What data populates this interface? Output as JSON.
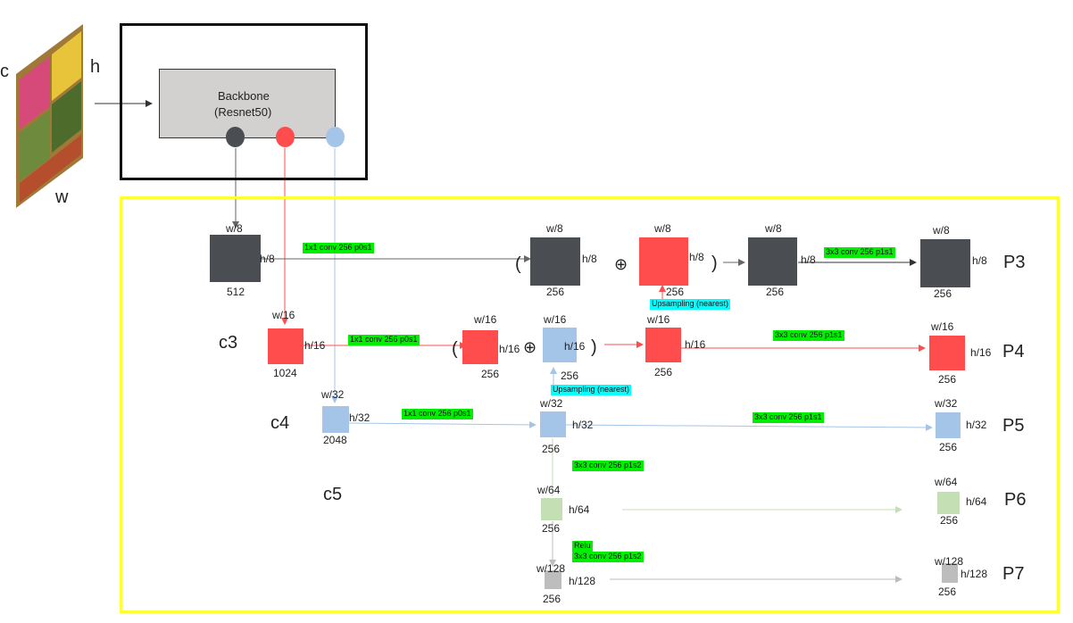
{
  "input": {
    "c": "c",
    "h": "h",
    "w": "w"
  },
  "backbone": {
    "line1": "Backbone",
    "line2": "(Resnet50)"
  },
  "stages": {
    "c3": "c3",
    "c4": "c4",
    "c5": "c5"
  },
  "lateral": {
    "c3": {
      "w": "w/8",
      "h": "h/8",
      "ch": "512",
      "op": "1x1 conv 256 p0s1"
    },
    "c4": {
      "w": "w/16",
      "h": "h/16",
      "ch": "1024",
      "op": "1x1 conv 256 p0s1"
    },
    "c5": {
      "w": "w/32",
      "h": "h/32",
      "ch": "2048",
      "op": "1x1 conv 256 p0s1"
    }
  },
  "merge": {
    "p3a": {
      "w": "w/8",
      "h": "h/8",
      "ch": "256"
    },
    "p3b": {
      "w": "w/8",
      "h": "h/8",
      "ch": "256"
    },
    "p3sum": {
      "w": "w/8",
      "h": "h/8",
      "ch": "256"
    },
    "p4a": {
      "w": "w/16",
      "h": "h/16",
      "ch": "256"
    },
    "p4b": {
      "w": "w/16",
      "h": "h/16",
      "ch": "256"
    },
    "p4sum": {
      "w": "w/16",
      "h": "h/16",
      "ch": "256"
    },
    "p5": {
      "w": "w/32",
      "h": "h/32",
      "ch": "256"
    },
    "p6": {
      "w": "w/64",
      "h": "h/64",
      "ch": "256"
    },
    "p7": {
      "w": "w/128",
      "h": "h/128",
      "ch": "256"
    },
    "plus": "⊕",
    "lparen": "(",
    "rparen": ")",
    "upsample": "Upsampling (nearest)"
  },
  "ops": {
    "p3": "3x3 conv 256 p1s1",
    "p4": "3x3 conv 256 p1s1",
    "p5": "3x3 conv 256 p1s1",
    "p6": "3x3 conv 256 p1s2",
    "relu": "Relu",
    "p7": "3x3 conv 256 p1s2"
  },
  "outputs": {
    "P3": {
      "label": "P3",
      "w": "w/8",
      "h": "h/8",
      "ch": "256"
    },
    "P4": {
      "label": "P4",
      "w": "w/16",
      "h": "h/16",
      "ch": "256"
    },
    "P5": {
      "label": "P5",
      "w": "w/32",
      "h": "h/32",
      "ch": "256"
    },
    "P6": {
      "label": "P6",
      "w": "w/64",
      "h": "h/64",
      "ch": "256"
    },
    "P7": {
      "label": "P7",
      "w": "w/128",
      "h": "h/128",
      "ch": "256"
    }
  },
  "colors": {
    "dark": "#4a4d52",
    "red": "#ff4c4c",
    "blue": "#a5c5e8",
    "lightgreen": "#c4dfb3",
    "gray": "#bdbdbd",
    "frame": "#ffff33",
    "tag_green": "#00ee00",
    "tag_cyan": "#00ffff"
  }
}
